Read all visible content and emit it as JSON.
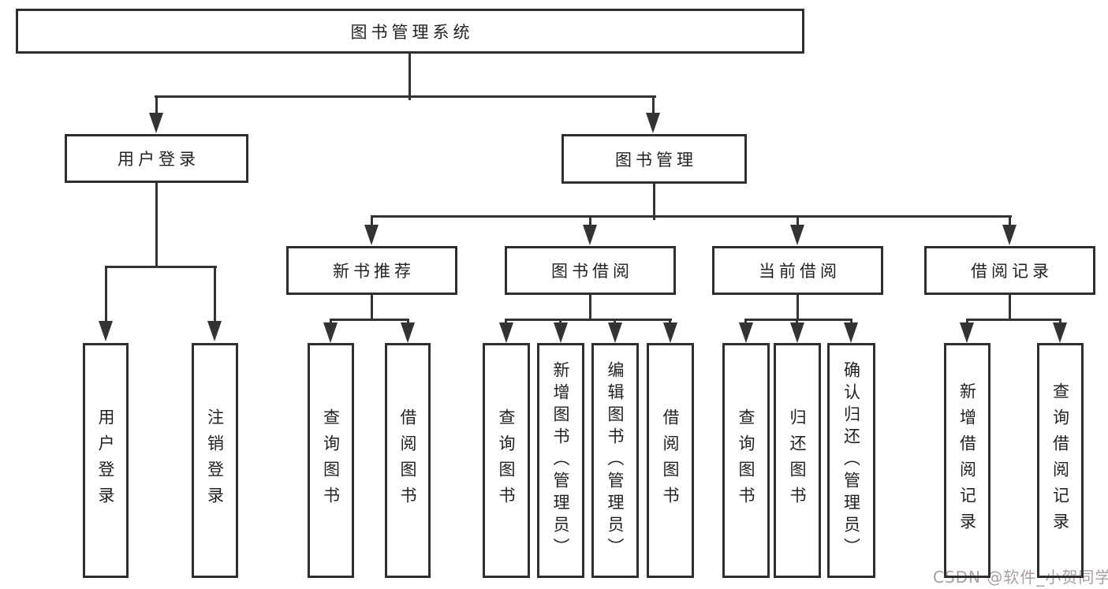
{
  "tree": {
    "root": {
      "label": "图书管理系统"
    },
    "branches": [
      {
        "label": "用户登录",
        "children": [
          {
            "label": "用户登录"
          },
          {
            "label": "注销登录"
          }
        ]
      },
      {
        "label": "图书管理",
        "children": [
          {
            "label": "新书推荐",
            "children": [
              {
                "label": "查询图书"
              },
              {
                "label": "借阅图书"
              }
            ]
          },
          {
            "label": "图书借阅",
            "children": [
              {
                "label": "查询图书"
              },
              {
                "label": "新增图书（管理员）"
              },
              {
                "label": "编辑图书（管理员）"
              },
              {
                "label": "借阅图书"
              }
            ]
          },
          {
            "label": "当前借阅",
            "children": [
              {
                "label": "查询图书"
              },
              {
                "label": "归还图书"
              },
              {
                "label": "确认归还（管理员）"
              }
            ]
          },
          {
            "label": "借阅记录",
            "children": [
              {
                "label": "新增借阅记录"
              },
              {
                "label": "查询借阅记录"
              }
            ]
          }
        ]
      }
    ]
  },
  "watermark": {
    "text": "CSDN @软件_小贺同学",
    "color": "#ab9e9e"
  },
  "colors": {
    "background": "#ffffff",
    "box_border": "#2f2f2f",
    "connector_line": "#333333",
    "text": "#222222"
  }
}
